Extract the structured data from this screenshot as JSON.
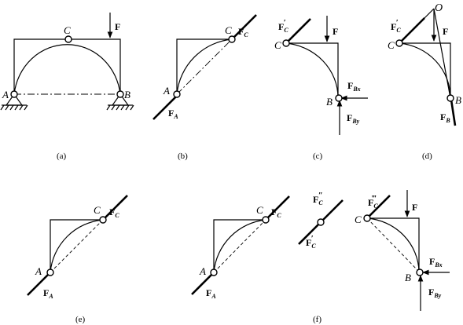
{
  "captions": {
    "a": "(a)",
    "b": "(b)",
    "c": "(c)",
    "d": "(d)",
    "e": "(e)",
    "f": "(f)"
  },
  "points": {
    "A": "A",
    "B": "B",
    "C": "C",
    "O": "O"
  },
  "forces": {
    "F": "F",
    "F_C": {
      "main": "F",
      "sub": "C"
    },
    "F_A": {
      "main": "F",
      "sub": "A"
    },
    "F_B": {
      "main": "F",
      "sub": "B"
    },
    "F_Bx": {
      "main": "F",
      "sub": "Bx"
    },
    "F_By": {
      "main": "F",
      "sub": "By"
    },
    "F_C_prime": {
      "main": "F",
      "sub": "C",
      "mark": "′"
    },
    "F_C_dprime": {
      "main": "F",
      "sub": "C",
      "mark": "″"
    },
    "F_C_tprime": {
      "main": "F",
      "sub": "C",
      "mark": "‴"
    }
  }
}
